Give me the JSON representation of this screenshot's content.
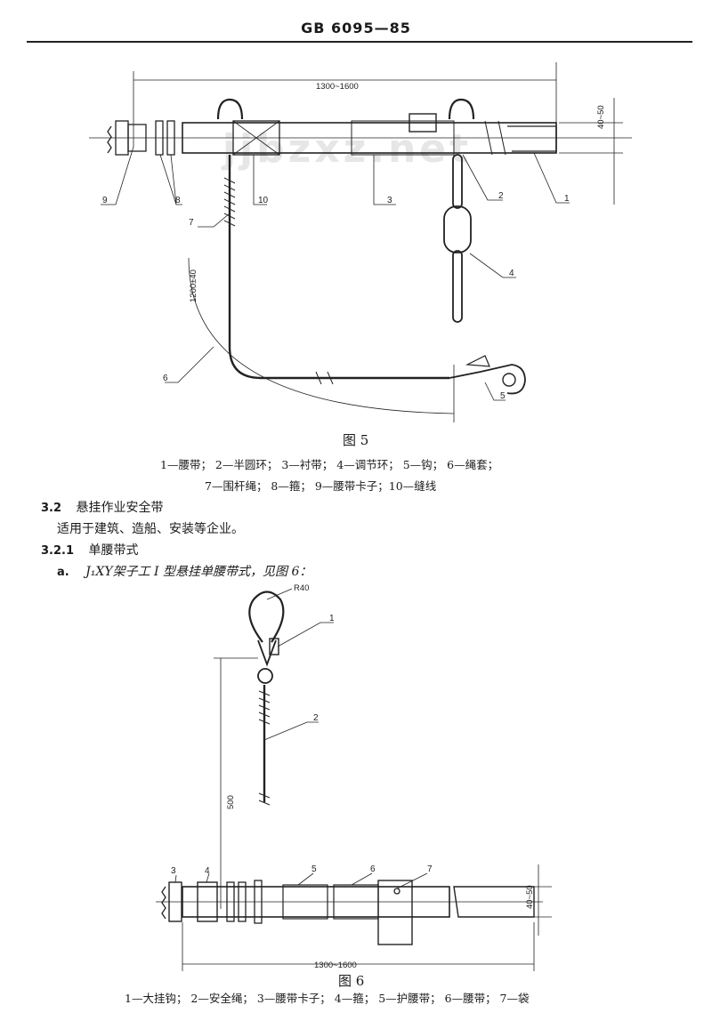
{
  "header": "GB 6095—85",
  "watermark": "jjbzxz.net",
  "fig5": {
    "caption": "图 5",
    "dim_length": "1300~1600",
    "dim_width": "40~50",
    "dim_rope": "1200±40",
    "labels": [
      "1",
      "2",
      "3",
      "4",
      "5",
      "6",
      "7",
      "8",
      "9",
      "10"
    ],
    "legend_line1": "1—腰带； 2—半圆环； 3—衬带； 4—调节环； 5—钩； 6—绳套；",
    "legend_line2": "7—围杆绳； 8—箍； 9—腰带卡子；10—缝线"
  },
  "section_3_2": {
    "num": "3.2",
    "title": "悬挂作业安全带"
  },
  "section_3_2_text": "适用于建筑、造船、安装等企业。",
  "section_3_2_1": {
    "num": "3.2.1",
    "title": "单腰带式"
  },
  "item_a": {
    "marker": "a.",
    "text": "J₁XY架子工 I 型悬挂单腰带式，见图 6："
  },
  "fig6": {
    "caption": "图 6",
    "dim_radius": "R40",
    "dim_rope": "500",
    "dim_length": "1300~1600",
    "dim_width": "40~50",
    "labels": [
      "1",
      "2",
      "3",
      "4",
      "5",
      "6",
      "7"
    ],
    "legend": "1—大挂钩； 2—安全绳； 3—腰带卡子； 4—箍； 5—护腰带； 6—腰带； 7—袋"
  }
}
